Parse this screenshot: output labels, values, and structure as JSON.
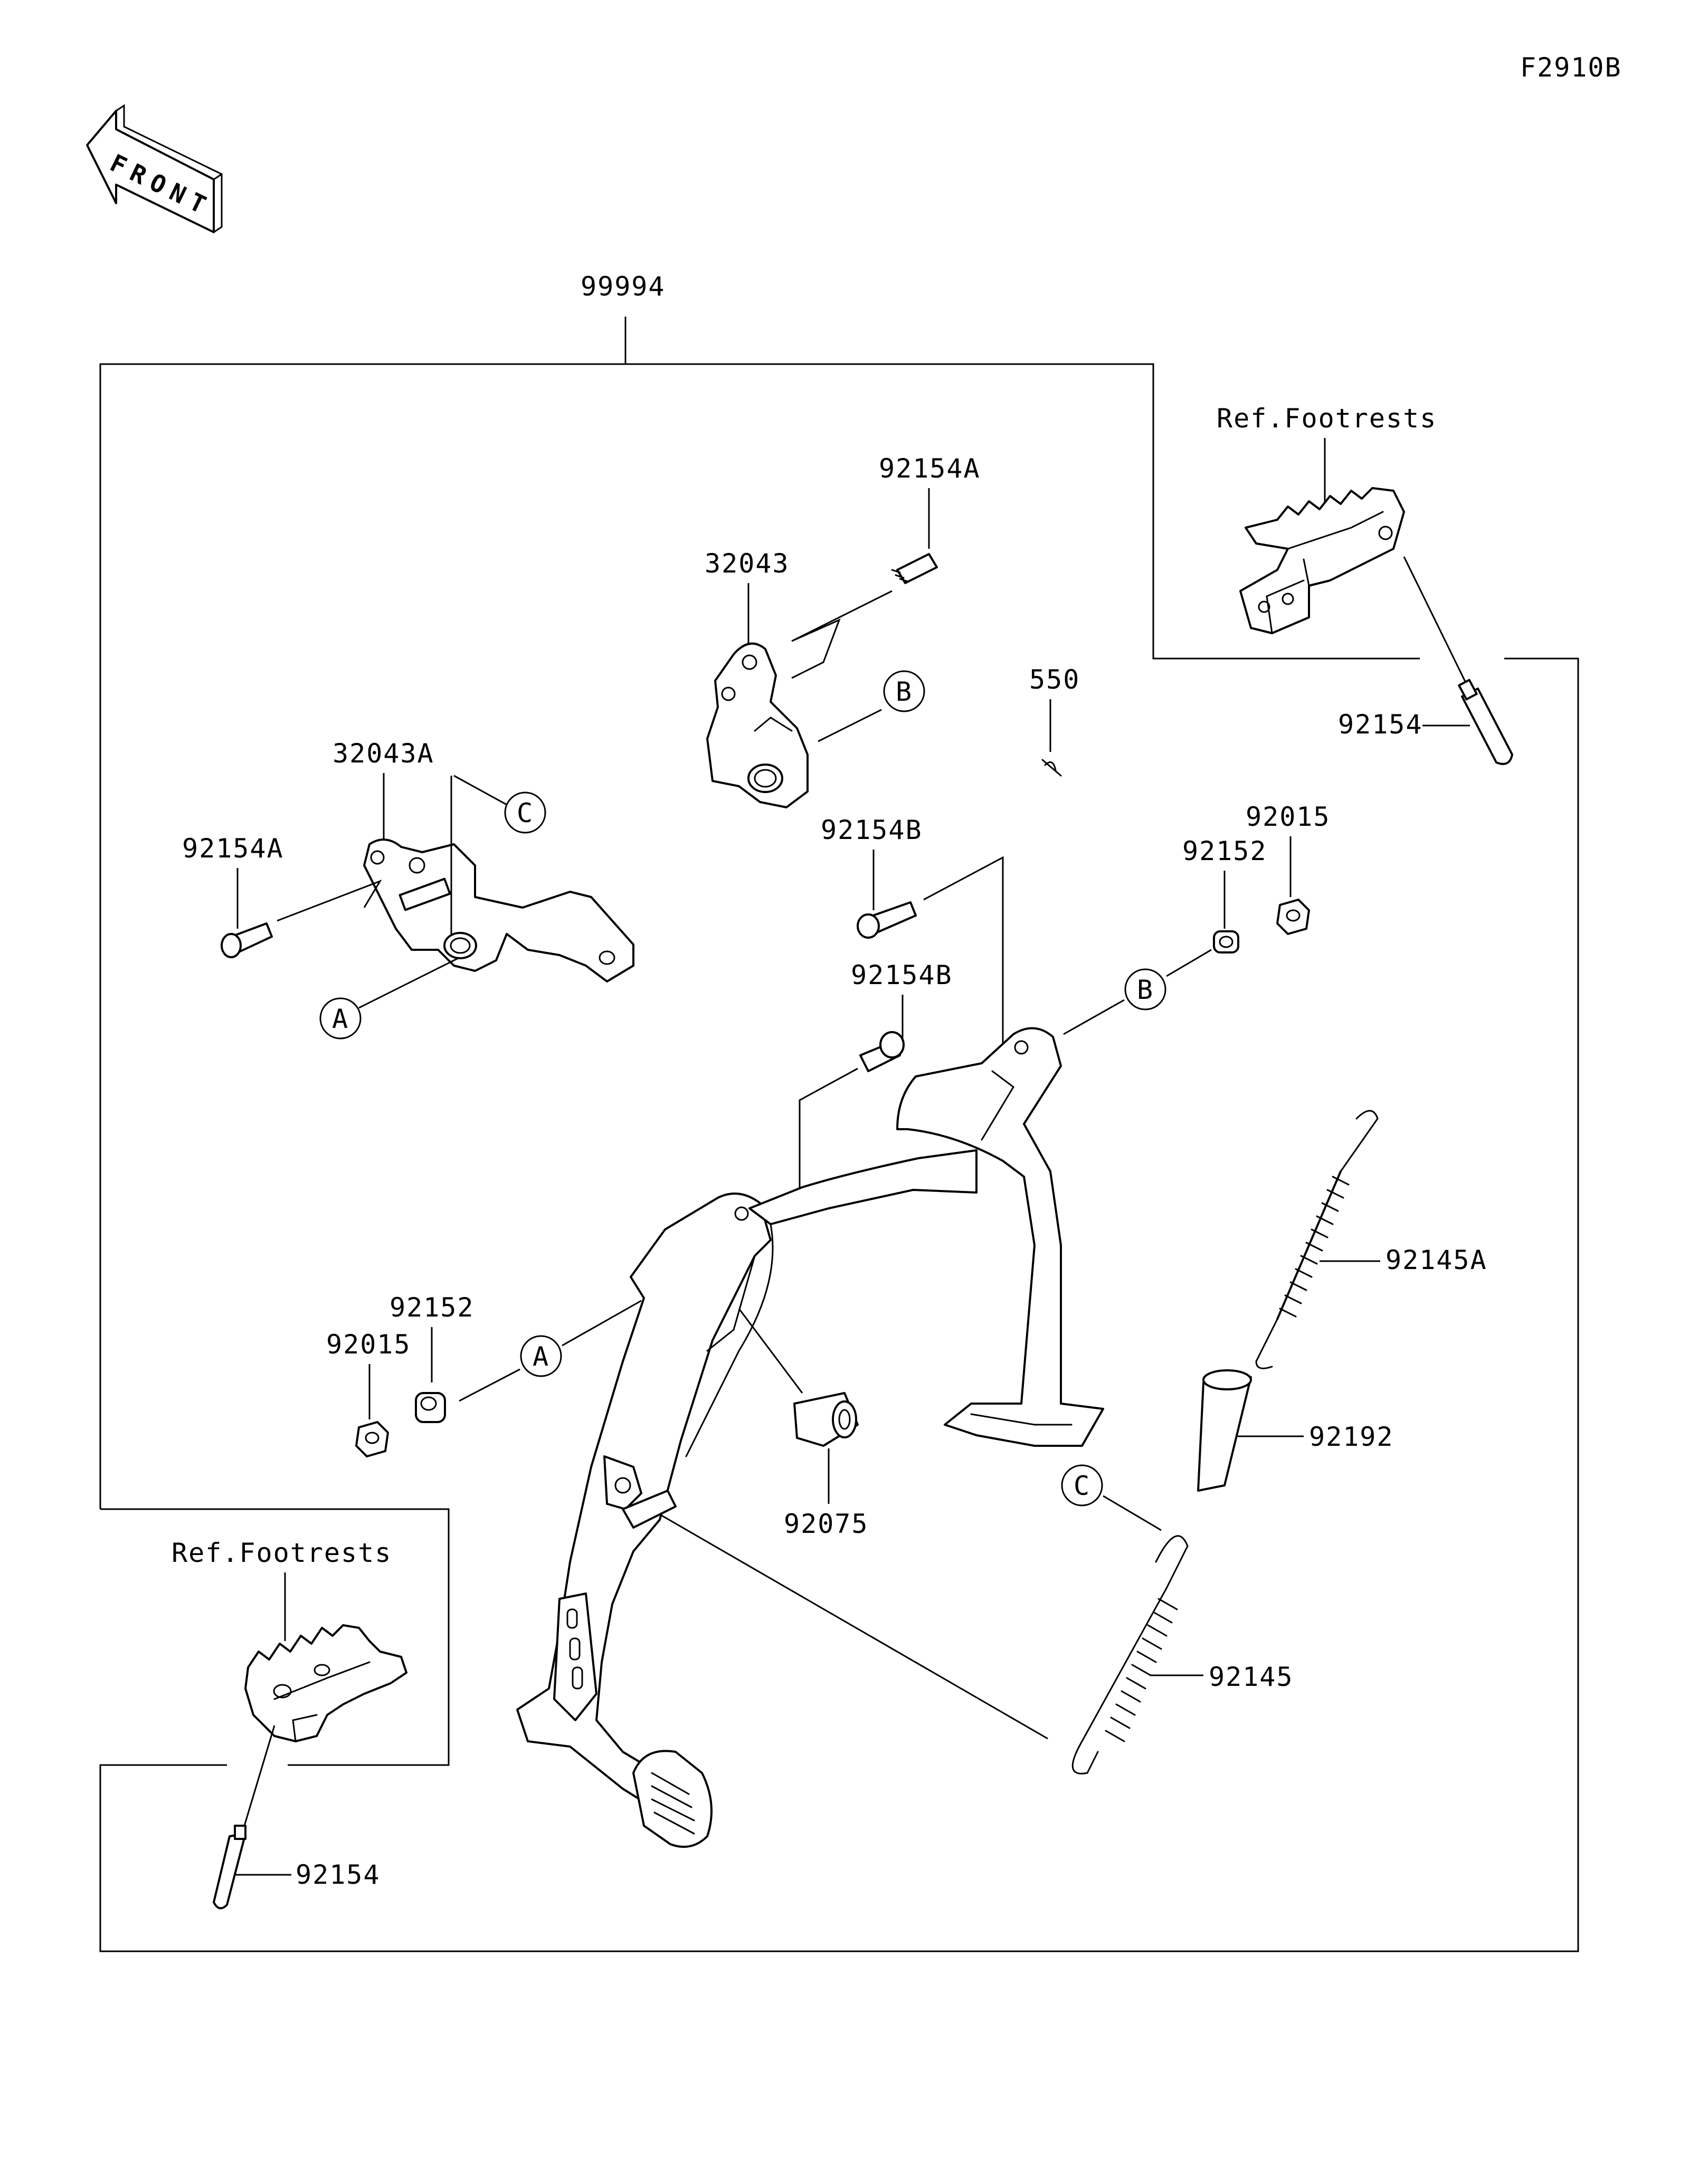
{
  "diagram_code": "F2910B",
  "front_arrow_label": "FRONT",
  "callouts": {
    "assembly": "99994",
    "ref_footrests_top": "Ref.Footrests",
    "ref_footrests_bottom": "Ref.Footrests",
    "bracket_right": "32043",
    "bracket_left": "32043A",
    "bolt_top": "92154A",
    "bolt_left": "92154A",
    "bolt_center_1": "92154B",
    "bolt_center_2": "92154B",
    "cotter_pin": "550",
    "collar_right": "92152",
    "nut_right": "92015",
    "collar_left": "92152",
    "nut_left": "92015",
    "pin_top_right": "92154",
    "pin_bottom_left": "92154",
    "spring_upper": "92145A",
    "spring_lower": "92145",
    "pipe": "92192",
    "stopper": "92075"
  },
  "ref_letters": {
    "A": "A",
    "B": "B",
    "C": "C"
  },
  "icons": {
    "front_arrow": "front-arrow-icon",
    "stand": "main-stand-icon",
    "brake_pedal": "brake-pedal-icon",
    "spring": "spring-icon",
    "bolt": "bolt-icon",
    "footrest": "footrest-icon"
  }
}
